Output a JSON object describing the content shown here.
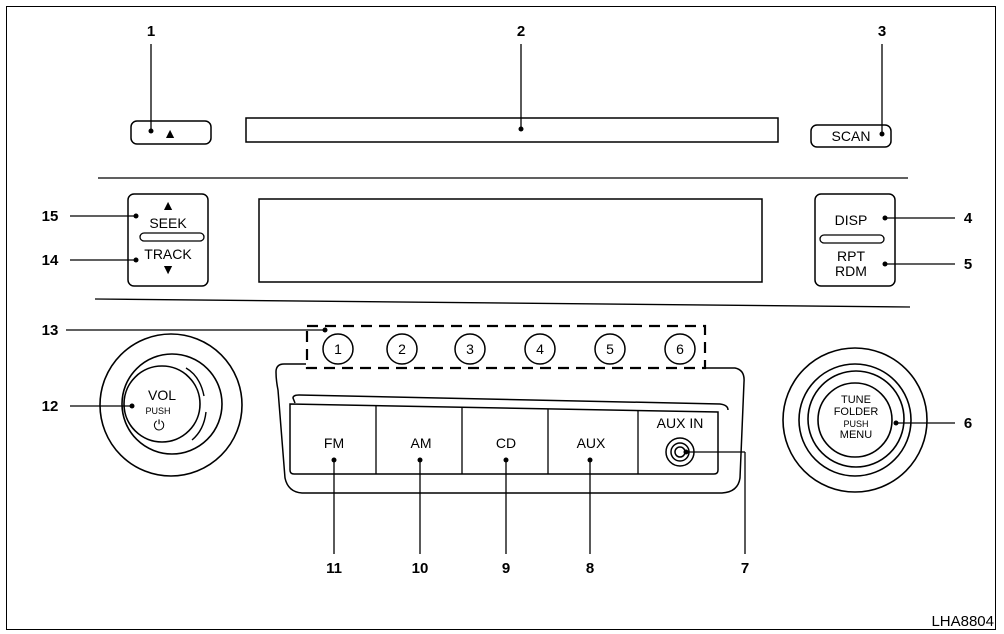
{
  "callouts": {
    "c1": "1",
    "c2": "2",
    "c3": "3",
    "c4": "4",
    "c5": "5",
    "c6": "6",
    "c7": "7",
    "c8": "8",
    "c9": "9",
    "c10": "10",
    "c11": "11",
    "c12": "12",
    "c13": "13",
    "c14": "14",
    "c15": "15"
  },
  "buttons": {
    "eject": "▲",
    "scan": "SCAN",
    "seek_arrow": "▲",
    "seek": "SEEK",
    "track": "TRACK",
    "track_arrow": "▼",
    "disp": "DISP",
    "rpt": "RPT",
    "rdm": "RDM",
    "fm": "FM",
    "am": "AM",
    "cd": "CD",
    "aux": "AUX",
    "aux_in": "AUX IN"
  },
  "presets": [
    "1",
    "2",
    "3",
    "4",
    "5",
    "6"
  ],
  "vol_knob": {
    "label": "VOL",
    "push": "PUSH",
    "power_icon": "⏻"
  },
  "tune_knob": {
    "line1": "TUNE",
    "line2": "FOLDER",
    "push": "PUSH",
    "line3": "MENU"
  },
  "figure_code": "LHA8804"
}
